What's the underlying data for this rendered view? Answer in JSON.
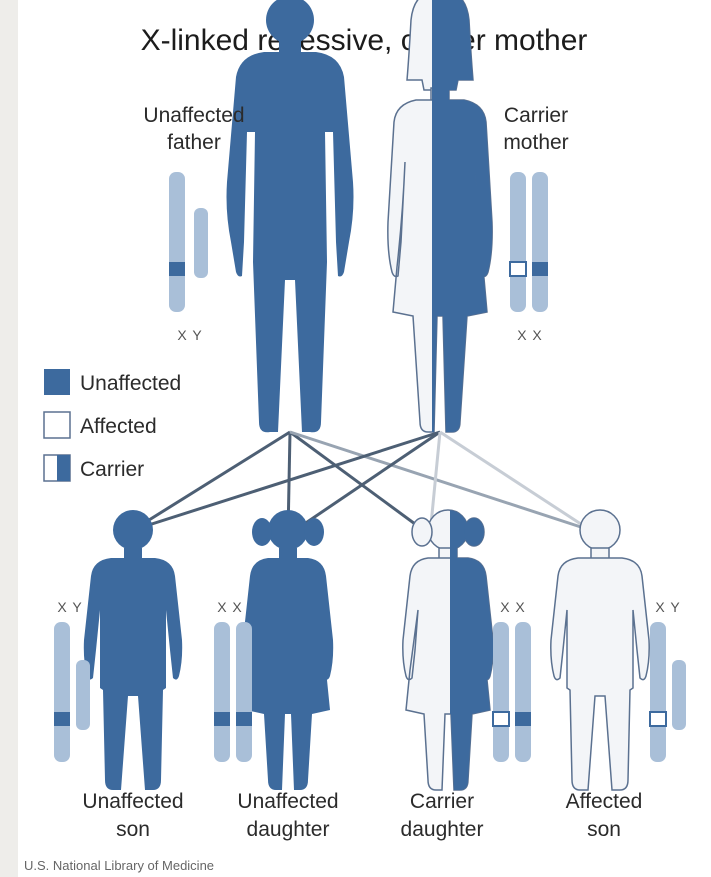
{
  "title": "X-linked recessive, carrier mother",
  "parents": {
    "father_label_1": "Unaffected",
    "father_label_2": "father",
    "mother_label_1": "Carrier",
    "mother_label_2": "mother",
    "father_chromosomes": "X Y",
    "mother_chromosomes": "X X"
  },
  "legend": {
    "unaffected": "Unaffected",
    "affected": "Affected",
    "carrier": "Carrier"
  },
  "children": {
    "son1_label_1": "Unaffected",
    "son1_label_2": "son",
    "son1_chromosomes": "X Y",
    "daughter1_label_1": "Unaffected",
    "daughter1_label_2": "daughter",
    "daughter1_chromosomes": "X X",
    "daughter2_label_1": "Carrier",
    "daughter2_label_2": "daughter",
    "daughter2_chromosomes": "X X",
    "son2_label_1": "Affected",
    "son2_label_2": "son",
    "son2_chromosomes": "X Y"
  },
  "credit": "U.S. National Library of Medicine",
  "colors": {
    "unaffected": "#3d6a9e",
    "affected": "#f3f5f8",
    "chromosome": "#a9bfd8",
    "line": "#4d5f74"
  }
}
